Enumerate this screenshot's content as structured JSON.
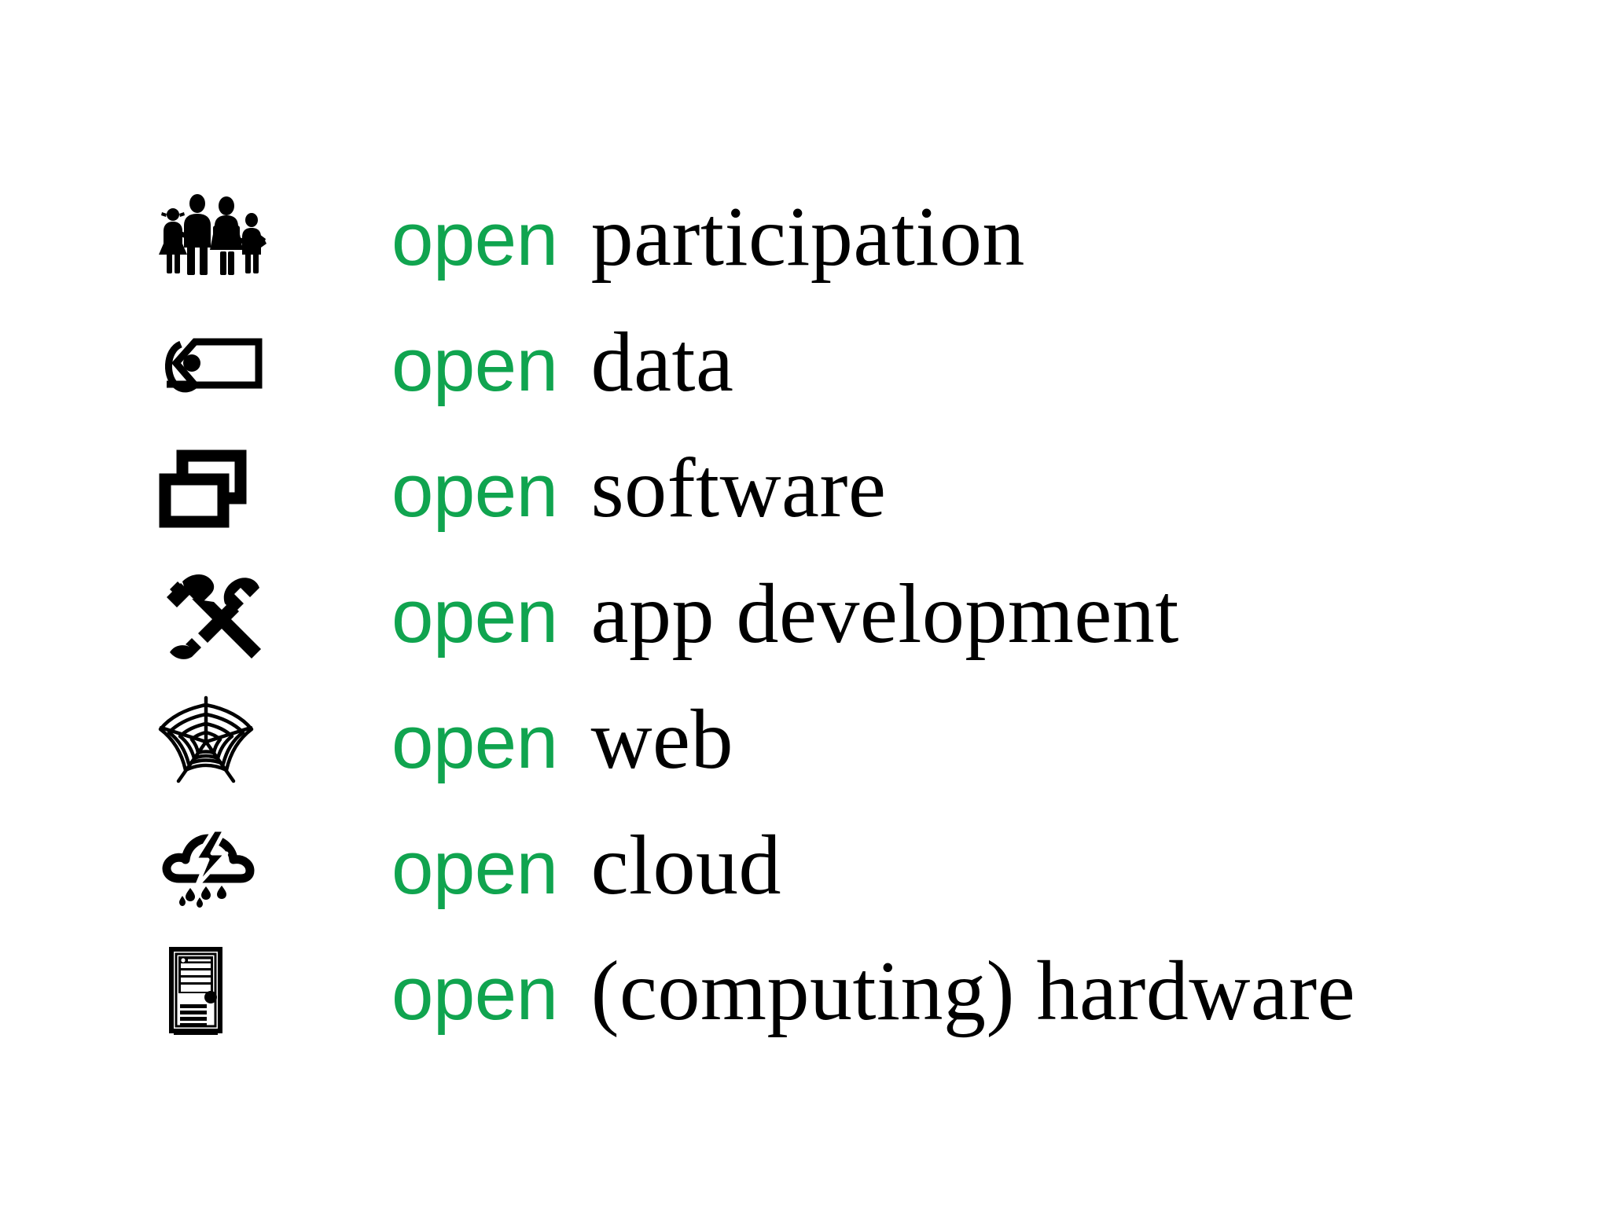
{
  "slide": {
    "background_color": "#ffffff",
    "accent_color": "#10a44f",
    "text_color": "#000000",
    "open_label": "open",
    "rows": [
      {
        "icon": "family-group-icon",
        "open": "open",
        "term": "participation"
      },
      {
        "icon": "tag-icon",
        "open": "open",
        "term": "data"
      },
      {
        "icon": "overlapping-windows-icon",
        "open": "open",
        "term": "software"
      },
      {
        "icon": "hammer-wrench-icon",
        "open": "open",
        "term": "app development"
      },
      {
        "icon": "spider-web-icon",
        "open": "open",
        "term": "web"
      },
      {
        "icon": "storm-cloud-icon",
        "open": "open",
        "term": "cloud"
      },
      {
        "icon": "server-tower-icon",
        "open": "open",
        "term": "(computing) hardware"
      }
    ]
  }
}
